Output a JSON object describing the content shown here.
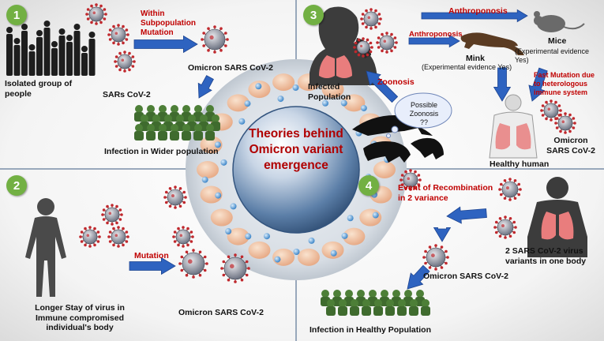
{
  "panels": {
    "p1": {
      "number": "1",
      "mutation_label": "Within Subpopulation Mutation",
      "isolated_label": "Isolated group of people",
      "sars_label": "SARs CoV-2",
      "omicron_label": "Omicron  SARS CoV-2",
      "infection_label": "Infection in Wider population"
    },
    "p2": {
      "number": "2",
      "mutation_label": "Mutation",
      "stay_label": "Longer Stay of virus in Immune compromised individual's body",
      "omicron_label": "Omicron  SARS CoV-2"
    },
    "p3": {
      "number": "3",
      "anthroponosis_top": "Anthroponosis",
      "anthroponosis_mid": "Anthroponosis",
      "mice_label": "Mice",
      "mice_evidence": "(Experimental evidence Yes)",
      "mink_label": "Mink",
      "mink_evidence": "(Experimental evidence Yes)",
      "fast_mutation": "Fast Mutation due to heterologous immune system",
      "zoonosis": "Zoonosis",
      "infected_population": "Infected Population",
      "possible_zoonosis": "Possible Zoonosis ??",
      "omicron_label": "Omicron SARS CoV-2",
      "healthy_human": "Healthy human"
    },
    "p4": {
      "number": "4",
      "recombination": "Event of Recombination in 2 variance",
      "variants_label": "2 SARS CoV-2 virus variants in one body",
      "omicron_label": "Omicron SARS CoV-2",
      "infection_label": "Infection in Healthy Population"
    }
  },
  "center_title": "Theories behind Omicron variant emergence",
  "colors": {
    "accent_red": "#c00000",
    "arrow_blue": "#2e63c0",
    "number_green": "#72b043",
    "crowd_green": "#3f6b2e",
    "sphere_blue": "#4a6d99"
  }
}
